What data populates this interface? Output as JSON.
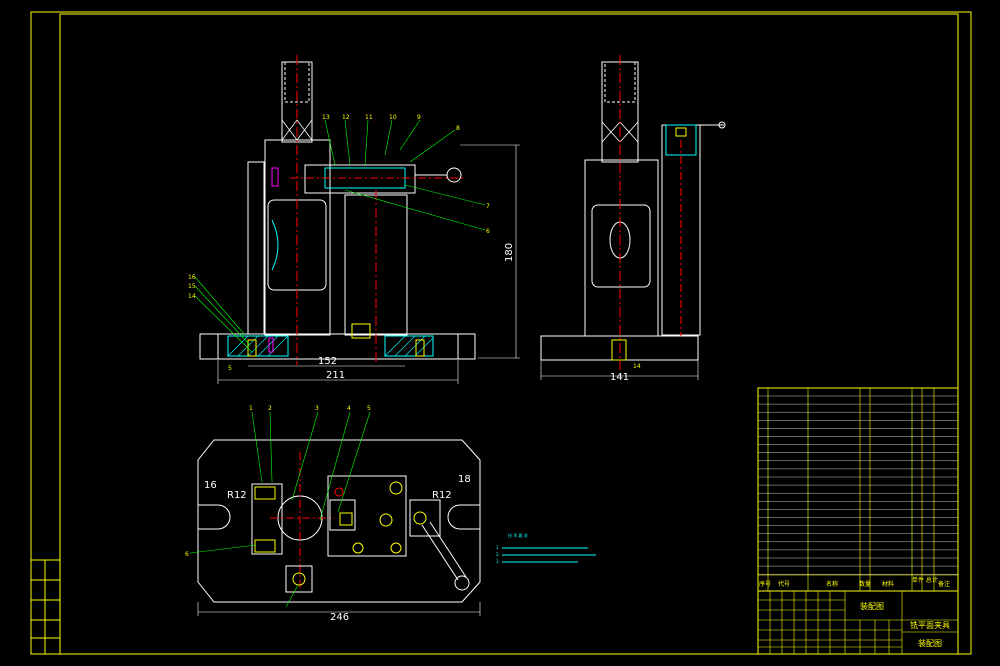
{
  "dimensions": {
    "front_152": "152",
    "front_211": "211",
    "front_180": "180",
    "side_141": "141",
    "side_14": "14",
    "plan_246": "246",
    "plan_16": "16",
    "plan_18": "18",
    "plan_r12_left": "R12",
    "plan_r12_right": "R12"
  },
  "part_numbers": {
    "front": [
      "16",
      "15",
      "14",
      "13",
      "12",
      "11",
      "10",
      "9",
      "8",
      "7",
      "6",
      "5"
    ],
    "plan": [
      "1",
      "2",
      "3",
      "4",
      "5",
      "6"
    ]
  },
  "tech_notes": {
    "title": "技 术 要 求",
    "line1": "1.",
    "line2": "2.",
    "line3": "3."
  },
  "title_block": {
    "drawing_title": "装配图",
    "part_name": "铣平面夹具",
    "drawing_type": "装配图",
    "header_no": "序号",
    "header_code": "代号",
    "header_name": "名称",
    "header_qty": "数量",
    "header_material": "材料",
    "header_weight": "单件 总计",
    "header_remark": "备注"
  },
  "colors": {
    "border": "#ffff00",
    "outline": "#ffffff",
    "center": "#ff0000",
    "leader": "#00ff00",
    "hatch": "#00ffff",
    "accent": "#ff00ff"
  }
}
